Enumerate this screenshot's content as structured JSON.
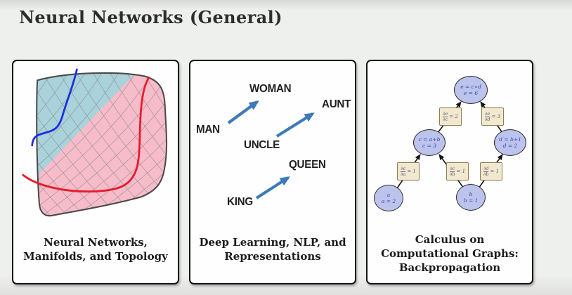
{
  "page": {
    "title": "Neural Networks (General)",
    "background_color": "#eef0ee"
  },
  "cards": [
    {
      "name": "neural-networks-manifolds-topology",
      "caption_lines": [
        "Neural Networks,",
        "Manifolds, and Topology"
      ],
      "thumbnail": {
        "kind": "manifold-mesh-plot",
        "colors": {
          "pink_region": "#f6bcca",
          "teal_region": "#a9d2da",
          "mesh_line": "#7d7d7d",
          "outline": "#4a4a4a",
          "blue_curve": "#1b2fe0",
          "red_curve": "#e81b2c"
        }
      }
    },
    {
      "name": "deep-learning-nlp-representations",
      "caption_lines": [
        "Deep Learning, NLP, and",
        "Representations"
      ],
      "words": [
        "WOMAN",
        "AUNT",
        "MAN",
        "UNCLE",
        "QUEEN",
        "KING"
      ],
      "analogy_arrows": [
        {
          "from": "MAN",
          "to": "WOMAN"
        },
        {
          "from": "UNCLE",
          "to": "AUNT"
        },
        {
          "from": "KING",
          "to": "QUEEN"
        }
      ],
      "arrow_color": "#3d7ab8"
    },
    {
      "name": "calculus-on-computational-graphs-backpropagation",
      "caption_lines": [
        "Calculus on",
        "Computational Graphs:",
        "Backpropagation"
      ],
      "graph": {
        "node_fill": "#bcc3ed",
        "box_fill": "#f2e8cd",
        "nodes": [
          {
            "id": "e",
            "line1": "e = c∗d",
            "line2": "e = 6"
          },
          {
            "id": "c",
            "line1": "c = a+b",
            "line2": "c = 3"
          },
          {
            "id": "d",
            "line1": "d = b+1",
            "line2": "d = 2"
          },
          {
            "id": "a",
            "line1": "a",
            "line2": "a = 2"
          },
          {
            "id": "b",
            "line1": "b",
            "line2": "b = 1"
          }
        ],
        "derivatives": [
          {
            "edge": "c-e",
            "num": "∂e",
            "den": "∂c",
            "val": "= 2"
          },
          {
            "edge": "d-e",
            "num": "∂e",
            "den": "∂d",
            "val": "= 3"
          },
          {
            "edge": "a-c",
            "num": "∂c",
            "den": "∂a",
            "val": "= 1"
          },
          {
            "edge": "b-c",
            "num": "∂c",
            "den": "∂b",
            "val": "= 1"
          },
          {
            "edge": "b-d",
            "num": "∂d",
            "den": "∂b",
            "val": "= 1"
          }
        ]
      }
    }
  ]
}
